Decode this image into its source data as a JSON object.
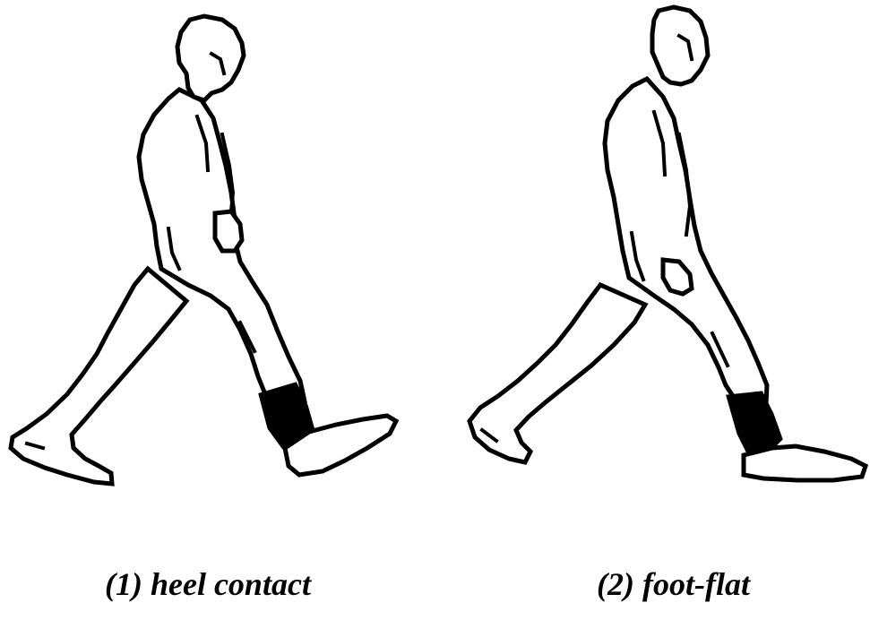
{
  "figure": {
    "panels": [
      {
        "id": "heel-contact",
        "caption": "(1) heel contact"
      },
      {
        "id": "foot-flat",
        "caption": "(2) foot-flat"
      }
    ],
    "colors": {
      "ink": "#000000",
      "background": "#ffffff"
    }
  }
}
